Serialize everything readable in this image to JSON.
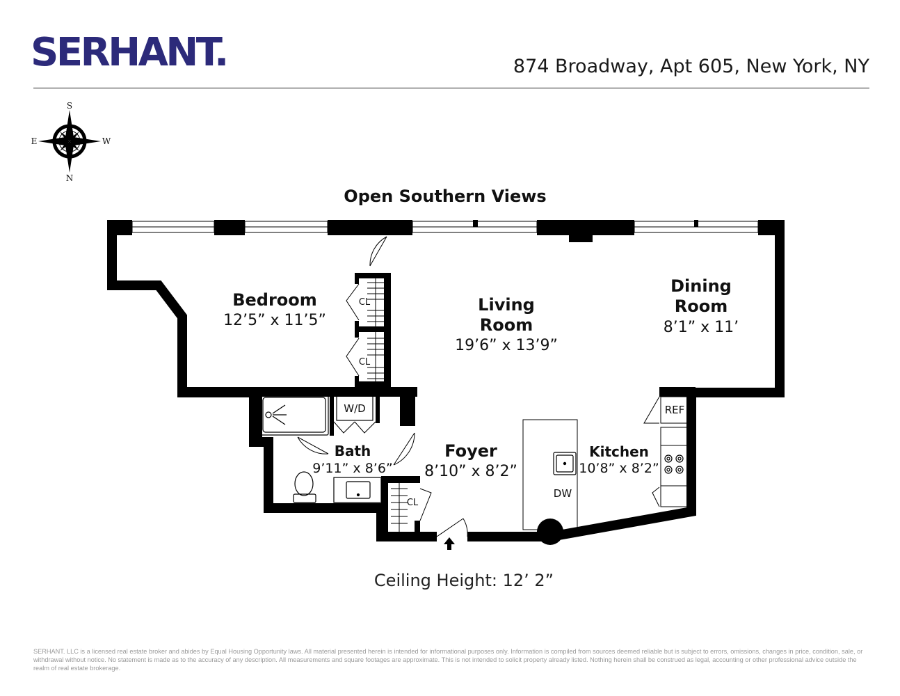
{
  "header": {
    "brand": "SERHANT.",
    "address": "874 Broadway, Apt 605, New York, NY"
  },
  "compass": {
    "north": "N",
    "south": "S",
    "east": "E",
    "west": "W"
  },
  "plan": {
    "views_label": "Open Southern Views",
    "ceiling_label": "Ceiling Height: 12’ 2”",
    "rooms": [
      {
        "name": "Bedroom",
        "dims": "12’5” x 11’5”"
      },
      {
        "name_line1": "Living",
        "name_line2": "Room",
        "dims": "19’6” x 13’9”"
      },
      {
        "name_line1": "Dining",
        "name_line2": "Room",
        "dims": "8’1” x 11’"
      },
      {
        "name": "Bath",
        "dims": "9’11” x 8’6”"
      },
      {
        "name": "Foyer",
        "dims": "8’10” x 8’2”"
      },
      {
        "name": "Kitchen",
        "dims": "10’8” x 8’2”"
      }
    ],
    "fixtures": {
      "closet": "CL",
      "washer_dryer": "W/D",
      "refrigerator": "REF",
      "dishwasher": "DW"
    }
  },
  "colors": {
    "brand": "#2c2a7a",
    "wall": "#000000"
  },
  "disclaimer": "SERHANT. LLC is a licensed real estate broker and abides by Equal Housing Opportunity laws. All material presented herein is intended for informational purposes only. Information is compiled from sources deemed reliable but is subject to errors, omissions, changes in price, condition, sale, or withdrawal without notice. No statement is made as to the accuracy of any description. All measurements and square footages are approximate. This is not intended to solicit property already listed. Nothing herein shall be construed as legal, accounting or other professional advice outside the realm of real estate brokerage."
}
